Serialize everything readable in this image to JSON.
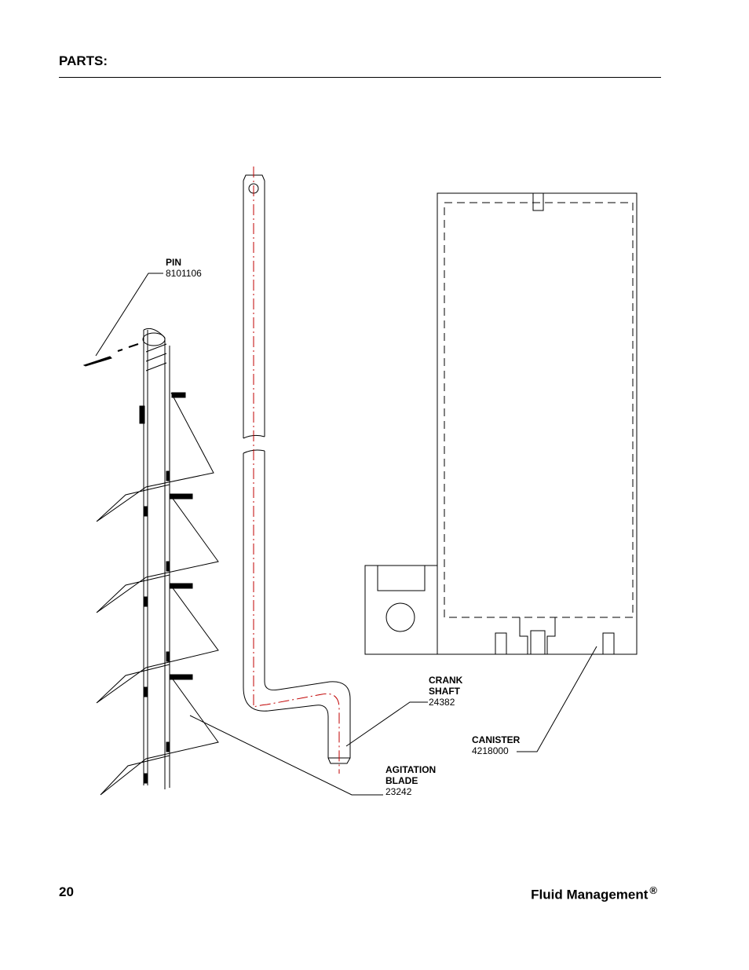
{
  "header": {
    "title": "PARTS:"
  },
  "callouts": {
    "pin": {
      "name": "PIN",
      "number": "8101106"
    },
    "crank_shaft": {
      "name_line1": "CRANK",
      "name_line2": "SHAFT",
      "number": "24382"
    },
    "canister": {
      "name": "CANISTER",
      "number": "4218000"
    },
    "agitation_blade": {
      "name_line1": "AGITATION",
      "name_line2": "BLADE",
      "number": "23242"
    }
  },
  "footer": {
    "page_number": "20",
    "brand": "Fluid Management",
    "registered_mark": "®"
  }
}
